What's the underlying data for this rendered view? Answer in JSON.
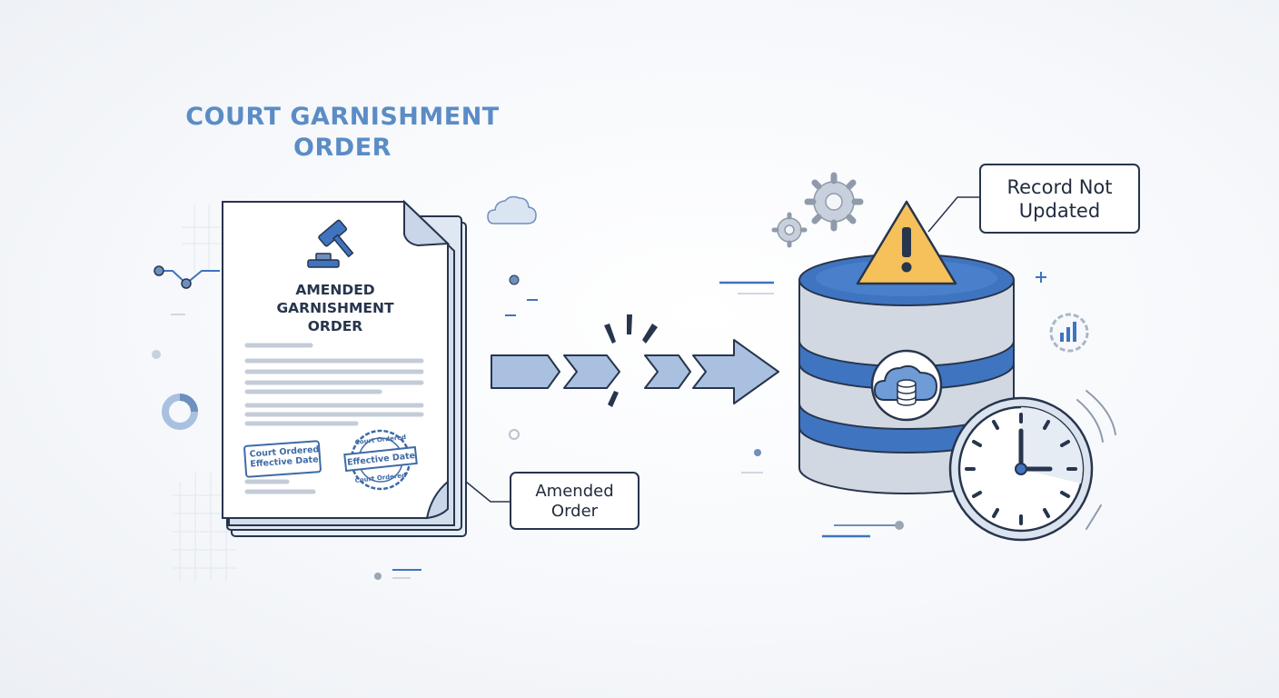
{
  "title": {
    "line1": "COURT GARNISHMENT",
    "line2": "ORDER"
  },
  "document": {
    "heading": [
      "AMENDED",
      "GARNISHMENT",
      "ORDER"
    ],
    "stamp_left": [
      "Court Ordered",
      "Effective Date"
    ],
    "stamp_right": {
      "top": "Court Ordered",
      "middle": "Effective Date",
      "bottom": "Court Ordered"
    }
  },
  "callouts": {
    "amended_order": [
      "Amended",
      "Order"
    ],
    "record_status": [
      "Record Not",
      "Updated"
    ]
  },
  "icons": [
    "gavel-icon",
    "cloud-icon",
    "gear-icon",
    "warning-icon",
    "database-icon",
    "cloud-database-icon",
    "clock-icon",
    "pie-chart-icon",
    "bar-chart-gear-icon",
    "plus-icon"
  ],
  "colors": {
    "accent": "#5b8cc6",
    "primary_blue": "#3f74c0",
    "light_blue": "#a9c0e0",
    "dark_stroke": "#27354d",
    "warning": "#f6c15a"
  }
}
